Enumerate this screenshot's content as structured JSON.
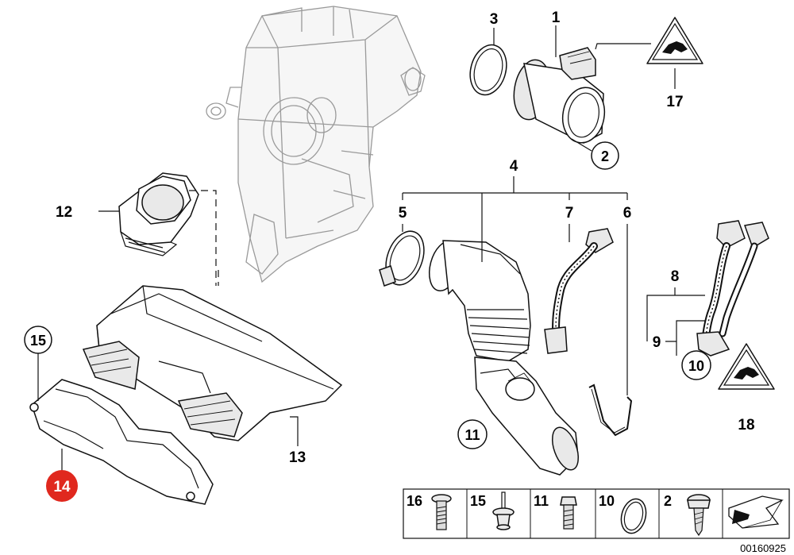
{
  "diagram_id": "00160925",
  "callout_colors": {
    "highlight": "#e0281e",
    "ink": "#111111",
    "ghost": "#9a9a9a"
  },
  "callouts": {
    "c1": "1",
    "c2": "2",
    "c3": "3",
    "c4": "4",
    "c5": "5",
    "c6": "6",
    "c7": "7",
    "c8": "8",
    "c9": "9",
    "c10": "10",
    "c11": "11",
    "c12": "12",
    "c13": "13",
    "c14": "14",
    "c15": "15",
    "c17": "17",
    "c18": "18"
  },
  "legend": [
    {
      "number": "16",
      "icon": "torx-bolt-icon"
    },
    {
      "number": "15",
      "icon": "expansion-rivet-icon"
    },
    {
      "number": "11",
      "icon": "hex-bolt-icon"
    },
    {
      "number": "10",
      "icon": "o-ring-icon"
    },
    {
      "number": "2",
      "icon": "hose-clamp-screw-icon"
    },
    {
      "number": "",
      "icon": "arrow-pointer-icon"
    }
  ],
  "icons": {
    "warning_triangle": "hand-warning-triangle-icon"
  }
}
